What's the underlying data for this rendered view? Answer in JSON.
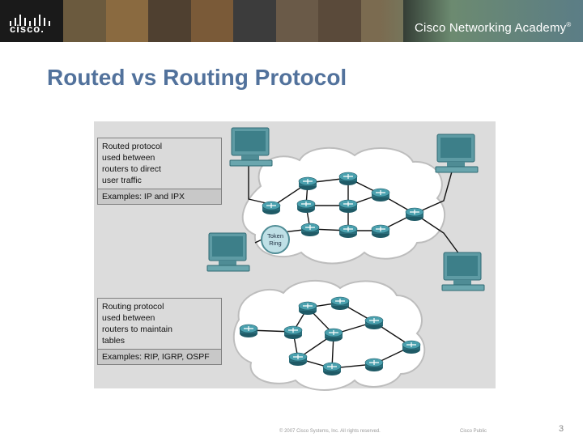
{
  "header": {
    "logo_text": "cisco.",
    "academy": "Cisco Networking Academy",
    "academy_mark": "®"
  },
  "slide": {
    "title": "Routed vs Routing Protocol"
  },
  "diagram": {
    "routed": {
      "lines": [
        "Routed protocol",
        "used between",
        "routers to direct",
        "user traffic"
      ],
      "examples": "Examples: IP and IPX"
    },
    "routing": {
      "lines": [
        "Routing protocol",
        "used between",
        "routers to maintain",
        "tables"
      ],
      "examples": "Examples: RIP, IGRP, OSPF"
    },
    "token_ring": [
      "Token",
      "Ring"
    ]
  },
  "footer": {
    "copyright": "© 2007 Cisco Systems, Inc. All rights reserved.",
    "classification": "Cisco Public",
    "page": "3"
  },
  "colors": {
    "title": "#52729c",
    "router": "#2f7a88",
    "cloud": "#ffffff",
    "background": "#dcdcdc"
  }
}
